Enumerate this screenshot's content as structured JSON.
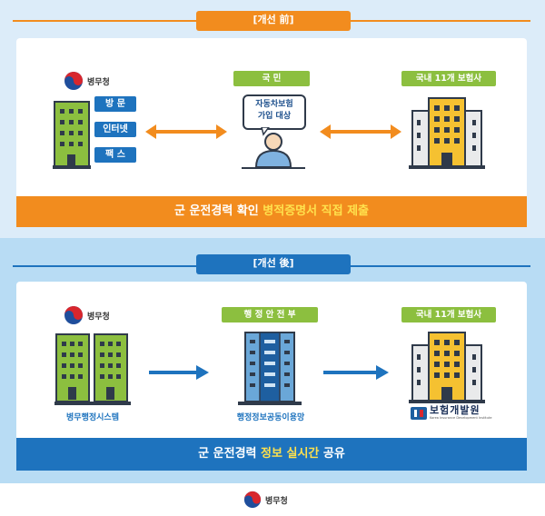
{
  "before": {
    "tab_label": "[개선 前]",
    "agency_name": "병무청",
    "channels": [
      "방 문",
      "인터넷",
      "팩 스"
    ],
    "citizen_label": "국 민",
    "citizen_bubble": [
      "자동차보험",
      "가입 대상"
    ],
    "insurers_label": "국내 11개 보험사",
    "banner_prefix": "군 운전경력 확인 ",
    "banner_highlight": "병적증명서 직접 제출"
  },
  "after": {
    "tab_label": "[개선 後]",
    "agency_name": "병무청",
    "system_label": "병무행정시스템",
    "ministry_label": "행 정 안 전 부",
    "ministry_system_label": "행정정보공동이용망",
    "insurers_label": "국내 11개 보험사",
    "kidi_name": "보험개발원",
    "kidi_subtitle": "Korea Insurance Development Institute",
    "banner_prefix": "군 운전경력 ",
    "banner_highlight1": "정보",
    "banner_highlight2": "실시간",
    "banner_suffix": " 공유"
  },
  "footer": {
    "agency_name": "병무청"
  },
  "colors": {
    "orange": "#f28c1e",
    "blue": "#1e73be",
    "green": "#8cbf3f",
    "yellow": "#f5c131",
    "gray_building": "#e9eaeb",
    "navy": "#2f3a4a"
  }
}
